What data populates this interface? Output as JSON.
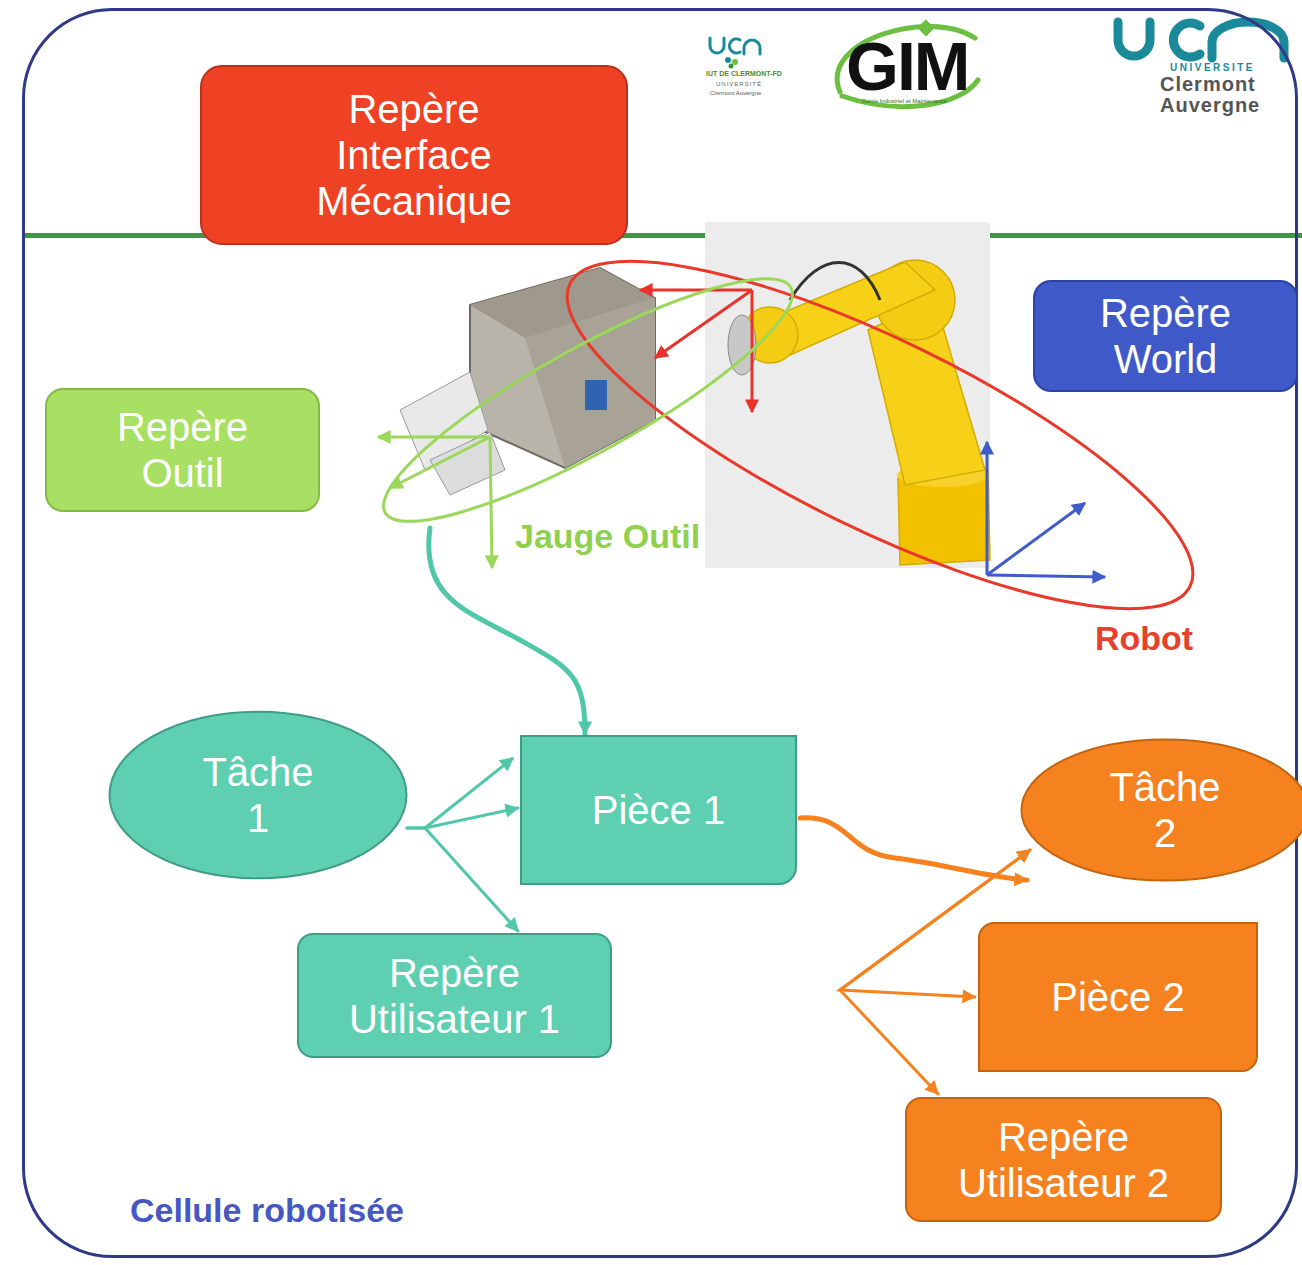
{
  "diagram": {
    "nodes": [
      {
        "text": [
          "Cellule robotisée"
        ]
      },
      {
        "text": [
          "Repère Interface Mécanique"
        ],
        "in": 0
      },
      {
        "text": [
          "Robot"
        ],
        "in": 0
      },
      {
        "text": [
          "Repère World"
        ],
        "in": 0
      },
      {
        "text": [
          "Repère Outil"
        ],
        "in": 0
      },
      {
        "text": [
          "Jauge Outil"
        ],
        "in": 0
      },
      {
        "text": [
          "Tâche 1"
        ],
        "in": 0
      },
      {
        "text": [
          "Pièce 1"
        ],
        "in": 0
      },
      {
        "text": [
          "Tâche 2"
        ],
        "in": 0
      },
      {
        "text": [
          "Repère Utilisateur 1"
        ],
        "in": 0
      },
      {
        "text": [
          "Pièce 2"
        ],
        "in": 0
      },
      {
        "text": [
          "Repère Utilisateur 2"
        ],
        "in": 0
      }
    ],
    "edges": [
      {
        "from": 5,
        "to": 7,
        "arrow": "to"
      },
      {
        "from": 6,
        "to": 7,
        "arrow": "to"
      },
      {
        "from": 6,
        "to": 9,
        "arrow": "to"
      },
      {
        "from": 7,
        "to": 8,
        "arrow": "to"
      },
      {
        "from": 8,
        "to": 10,
        "arrow": "both"
      },
      {
        "from": 8,
        "to": 11,
        "arrow": "both"
      }
    ],
    "labels": [
      "IUT DE CLERMONT-FD",
      "UNIVERSITÉ",
      "Clermont Auvergne",
      "GIM",
      "Génie Industriel et Maintenance",
      "UNIVERSITE",
      "Clermont",
      "Auvergne"
    ]
  }
}
